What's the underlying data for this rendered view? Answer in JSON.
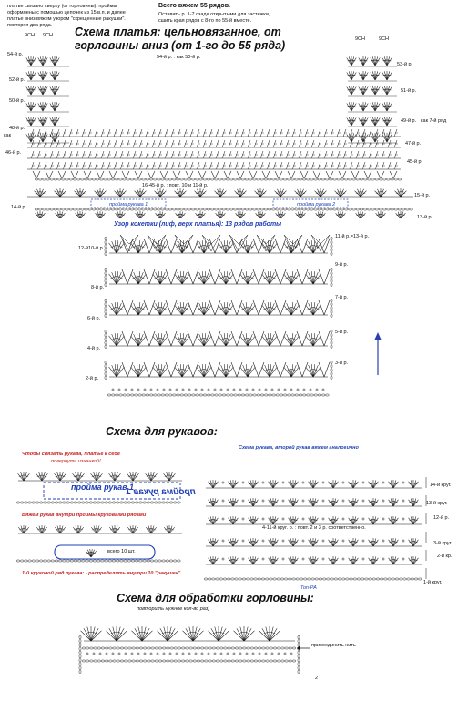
{
  "intro": {
    "left_lines": [
      "платье связано сверху (от горловины). проймы",
      "оформлены с помощью цепочек из 15 в.п. и далее",
      "платье вниз вяжем узором \"скрещенные ракушки\".",
      "повторяя два ряда."
    ],
    "right_lines": [
      "Всего вяжем 55 рядов.",
      "Оставить р. 1-7 сзади открытыми для застежки,",
      "сшить края рядов с 8-го по 55-й вместе."
    ]
  },
  "dress": {
    "title_line1": "Схема платья: цельновязанное, от",
    "title_line2": "горловины вниз (от 1-го до 55 ряда)",
    "vch_left_a": "9СН",
    "vch_left_b": "9СН",
    "vch_right_a": "9СН",
    "vch_right_b": "9СН",
    "note_54": "54-й р. : как 50-й р.",
    "note_7": "как 7-й ряд",
    "note_kak": "как",
    "note_16_45": "16-45-й р. : повт. 10 и 11-й р.",
    "sleeve_hole_left": "пройма рукава 1",
    "sleeve_hole_right": "пройма рукава 2",
    "rows_left": [
      "54-й р.",
      "52-й р.",
      "50-й р.",
      "48-й р.",
      "46-й р.",
      "14-й р."
    ],
    "rows_right": [
      "53-й р.",
      "51-й р.",
      "49-й р.",
      "47-й р.",
      "45-й р.",
      "15-й р.",
      "13-й р."
    ]
  },
  "yoke": {
    "title": "Узор кокетки (лиф, верх платья): 13 рядов работы",
    "rows_left": [
      "12-й10-й р.",
      "8-й р.",
      "6-й р.",
      "4-й р.",
      "2-й р."
    ],
    "rows_right": [
      "11-й р.=13-й р.",
      "9-й р.",
      "7-й р.",
      "5-й р.",
      "3-й р."
    ]
  },
  "sleeves": {
    "title": "Схема для рукавов:",
    "red_note_line1": "Чтобы связать рукава, платье к себе",
    "red_note_line2": "повернуть изнанкой!",
    "hole_label": "пройма рукав 1",
    "hole_label_alt": "пройма рукав 1",
    "round_note": "Вяжем рукав внутри проймы круговыми рядами",
    "ten": "всего 10 шт.",
    "first_round": "1-й круговой ряд рукава: - распределить внутри 10 \"ракушек\"",
    "scheme_title": "Схема рукава, второй рукав вяжем аналогично",
    "right_rounds": [
      "14-й круг.",
      "13-й круг.",
      "12-й р.",
      "3-й круг",
      "2-й кр.",
      "1-й круг."
    ],
    "right_repeat": "4-11-й круг. р. : повт. 2 и 3 р. соответственно.",
    "bottom_label": "1-й круговой ряд",
    "tonpa": "Ton-PA"
  },
  "neck": {
    "title": "Схема для обработки горловины:",
    "subtitle": "повторить нужное кол-во раз)",
    "attach": "присоединить нить",
    "corner_num": "2"
  },
  "colors": {
    "blue": "#1f3fb3",
    "red": "#c62020",
    "ink": "#111111"
  }
}
